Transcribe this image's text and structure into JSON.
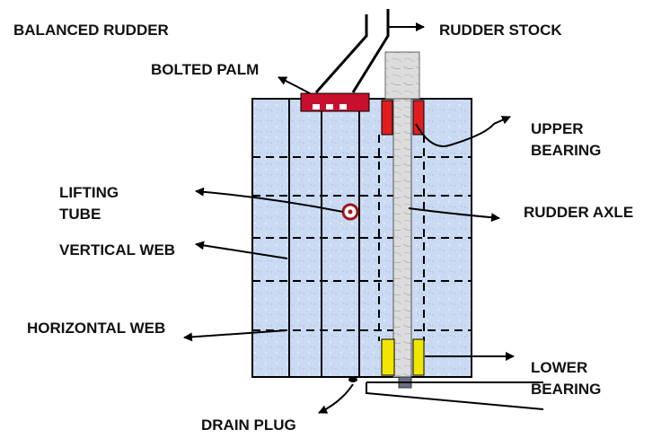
{
  "diagram": {
    "labels": {
      "balanced_rudder": "BALANCED RUDDER",
      "rudder_stock": "RUDDER STOCK",
      "bolted_palm": "BOLTED PALM",
      "upper_bearing_1": "UPPER",
      "upper_bearing_2": "BEARING",
      "lifting_tube_1": "LIFTING",
      "lifting_tube_2": "TUBE",
      "rudder_axle": "RUDDER AXLE",
      "vertical_web": "VERTICAL WEB",
      "horizontal_web": "HORIZONTAL WEB",
      "lower_bearing_1": "LOWER",
      "lower_bearing_2": "BEARING",
      "drain_plug": "DRAIN PLUG"
    },
    "colors": {
      "rudder_fill": "#c9daf2",
      "outline": "#000000",
      "palm_red": "#c8102e",
      "upper_bearing_red": "#e11d1d",
      "lower_bearing_yellow": "#f2e600",
      "axle_grey": "#d8d8d8",
      "lifting_tube_ring": "#a0141e"
    }
  }
}
